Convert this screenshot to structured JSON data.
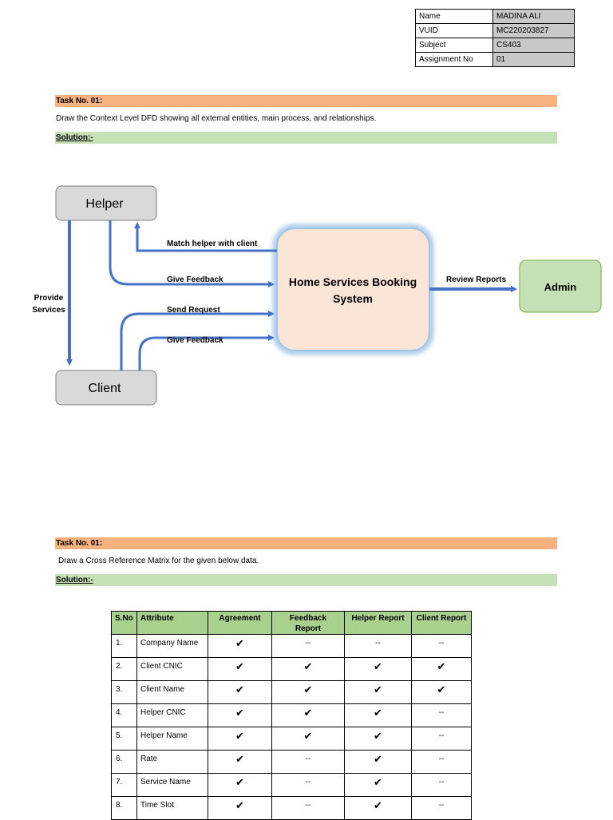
{
  "info": [
    {
      "key": "Name",
      "value": "MADINA ALI"
    },
    {
      "key": "VUID",
      "value": "MC220203827"
    },
    {
      "key": "Subject",
      "value": "CS403"
    },
    {
      "key": "Assignment No",
      "value": "01"
    }
  ],
  "task1": {
    "heading": "Task No. 01:",
    "description": "Draw the Context Level DFD showing all external entities, main process, and relationships.",
    "solution": "Solution:-"
  },
  "dfd": {
    "helper": "Helper",
    "client": "Client",
    "process_line1": "Home Services Booking",
    "process_line2": "System",
    "admin": "Admin",
    "flow_match": "Match helper with client",
    "flow_give_feedback_helper": "Give Feedback",
    "flow_send_request": "Send Request",
    "flow_give_feedback_client": "Give Feedback",
    "flow_review_reports": "Review Reports",
    "flow_provide_line1": "Provide",
    "flow_provide_line2": "Services",
    "colors": {
      "entity_fill": "#d9d9d9",
      "process_fill": "#fbe5d6",
      "process_glow": "#9dc3e6",
      "admin_fill": "#c5e0b4",
      "admin_stroke": "#70ad47",
      "arrow": "#4472c4"
    }
  },
  "task2": {
    "heading": "Task No. 01:",
    "description": "Draw a Cross Reference Matrix for the given below data.",
    "solution": "Solution:-"
  },
  "matrix": {
    "headers": {
      "sno": "S.No",
      "attribute": "Attribute",
      "agreement": "Agreement",
      "feedback_line1": "Feedback",
      "feedback_line2": "Report",
      "helper_report": "Helper Report",
      "client_report": "Client Report"
    },
    "check_symbol": "✔",
    "dash_symbol": "--",
    "rows": [
      {
        "sno": "1.",
        "attr": "Company Name",
        "cells": [
          "✔",
          "--",
          "--",
          "--"
        ]
      },
      {
        "sno": "2.",
        "attr": "Client CNIC",
        "cells": [
          "✔",
          "✔",
          "✔",
          "✔"
        ]
      },
      {
        "sno": "3.",
        "attr": "Client Name",
        "cells": [
          "✔",
          "✔",
          "✔",
          "✔"
        ]
      },
      {
        "sno": "4.",
        "attr": "Helper CNIC",
        "cells": [
          "✔",
          "✔",
          "✔",
          "--"
        ]
      },
      {
        "sno": "5.",
        "attr": "Helper Name",
        "cells": [
          "✔",
          "✔",
          "✔",
          "--"
        ]
      },
      {
        "sno": "6.",
        "attr": "Rate",
        "cells": [
          "✔",
          "--",
          "✔",
          "--"
        ]
      },
      {
        "sno": "7.",
        "attr": "Service Name",
        "cells": [
          "✔",
          "--",
          "✔",
          "--"
        ]
      },
      {
        "sno": "8.",
        "attr": "Time Slot",
        "cells": [
          "✔",
          "--",
          "✔",
          "--"
        ]
      }
    ]
  }
}
